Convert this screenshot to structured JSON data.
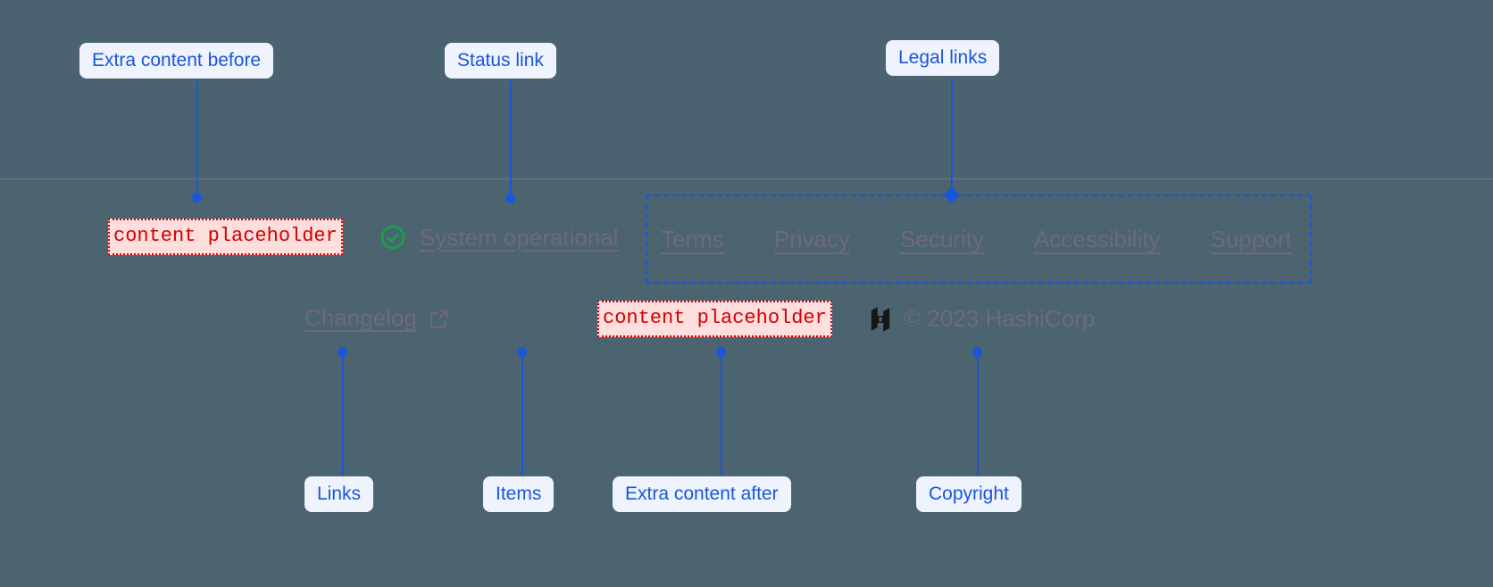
{
  "theme": {
    "background": "#4c6370",
    "annotation_color": "#1a56db",
    "annotation_bg": "#eef3fd",
    "placeholder_border": "#d40000",
    "placeholder_bg": "#ffdede",
    "link_color": "#6e6880",
    "status_icon_color": "#16a34a",
    "logo_color": "#161616"
  },
  "annotations": [
    {
      "label": "Extra content before",
      "name": "annotation-extra-content-before"
    },
    {
      "label": "Status link",
      "name": "annotation-status-link"
    },
    {
      "label": "Legal links",
      "name": "annotation-legal-links"
    },
    {
      "label": "Links",
      "name": "annotation-links"
    },
    {
      "label": "Items",
      "name": "annotation-items"
    },
    {
      "label": "Extra content after",
      "name": "annotation-extra-content-after"
    },
    {
      "label": "Copyright",
      "name": "annotation-copyright"
    }
  ],
  "footer": {
    "placeholder_before": "content placeholder",
    "placeholder_after": "content placeholder",
    "status": {
      "icon": "check-circle-icon",
      "label": "System operational"
    },
    "legal_links": [
      {
        "label": "Terms"
      },
      {
        "label": "Privacy"
      },
      {
        "label": "Security"
      },
      {
        "label": "Accessibility"
      },
      {
        "label": "Support"
      }
    ],
    "changelog": {
      "label": "Changelog",
      "icon": "external-link-icon"
    },
    "version": "v3.1.0",
    "copyright": {
      "logo": "hashicorp-logo-icon",
      "text": "© 2023 HashiCorp"
    }
  }
}
